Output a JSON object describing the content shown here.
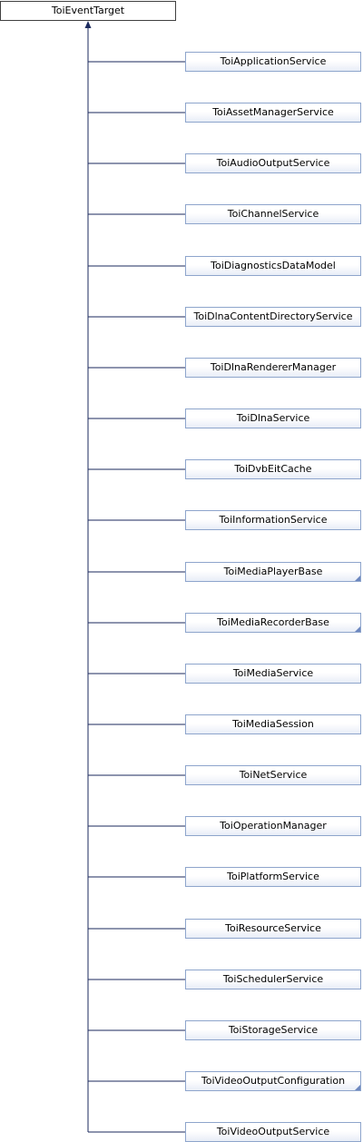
{
  "diagram": {
    "type": "class-inheritance",
    "base": "ToiEventTarget",
    "edge_color": "#1b2a5e",
    "node_border": "#8ea5cc",
    "derived": [
      {
        "name": "ToiApplicationService",
        "has_more": false
      },
      {
        "name": "ToiAssetManagerService",
        "has_more": false
      },
      {
        "name": "ToiAudioOutputService",
        "has_more": false
      },
      {
        "name": "ToiChannelService",
        "has_more": false
      },
      {
        "name": "ToiDiagnosticsDataModel",
        "has_more": false
      },
      {
        "name": "ToiDlnaContentDirectoryService",
        "has_more": false
      },
      {
        "name": "ToiDlnaRendererManager",
        "has_more": false
      },
      {
        "name": "ToiDlnaService",
        "has_more": false
      },
      {
        "name": "ToiDvbEitCache",
        "has_more": false
      },
      {
        "name": "ToiInformationService",
        "has_more": false
      },
      {
        "name": "ToiMediaPlayerBase",
        "has_more": true
      },
      {
        "name": "ToiMediaRecorderBase",
        "has_more": true
      },
      {
        "name": "ToiMediaService",
        "has_more": false
      },
      {
        "name": "ToiMediaSession",
        "has_more": false
      },
      {
        "name": "ToiNetService",
        "has_more": false
      },
      {
        "name": "ToiOperationManager",
        "has_more": false
      },
      {
        "name": "ToiPlatformService",
        "has_more": false
      },
      {
        "name": "ToiResourceService",
        "has_more": false
      },
      {
        "name": "ToiSchedulerService",
        "has_more": false
      },
      {
        "name": "ToiStorageService",
        "has_more": false
      },
      {
        "name": "ToiVideoOutputConfiguration",
        "has_more": true
      },
      {
        "name": "ToiVideoOutputService",
        "has_more": false
      }
    ]
  }
}
